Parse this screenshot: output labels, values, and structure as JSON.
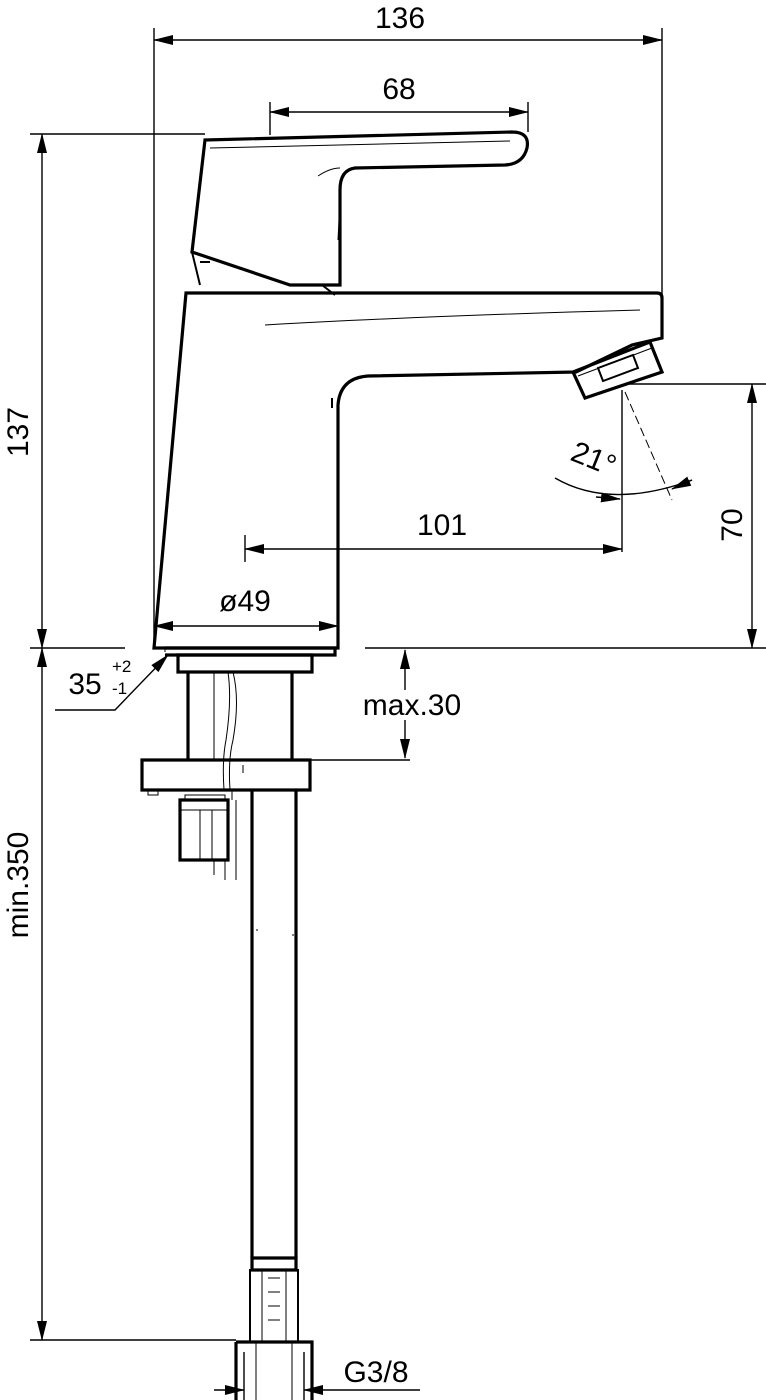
{
  "dimensions": {
    "overall_width": "136",
    "handle_length": "68",
    "overall_height": "137",
    "spout_reach": "101",
    "base_diameter": "ø49",
    "aerator_height": "70",
    "spray_angle": "21°",
    "hole_diameter": "35",
    "hole_tol_upper": "+2",
    "hole_tol_lower": "-1",
    "max_deck_thickness": "max.30",
    "min_hose_length": "min.350",
    "connection_thread": "G3/8"
  }
}
